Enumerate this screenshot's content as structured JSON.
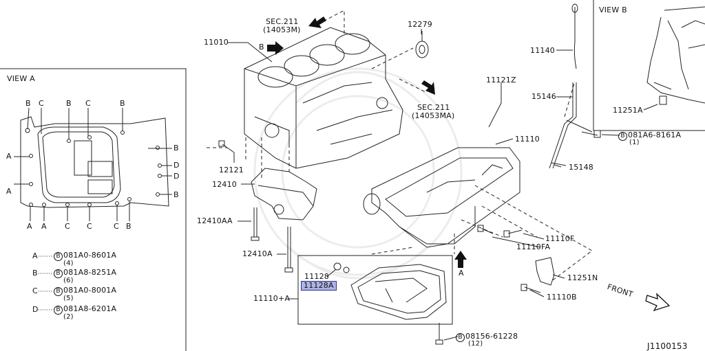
{
  "diagram_id": "J1100153",
  "view_a": {
    "title": "VIEW A",
    "top_letters": [
      "B",
      "C",
      "B",
      "C",
      "B"
    ],
    "left_letters": [
      "A",
      "A"
    ],
    "right_letters": [
      "B",
      "D",
      "D",
      "B"
    ],
    "bottom_letters": [
      "A",
      "A",
      "C",
      "C",
      "C",
      "B"
    ],
    "legend": [
      {
        "key": "A",
        "part": "081A0-8601A",
        "qty": "(4)"
      },
      {
        "key": "B",
        "part": "081A8-8251A",
        "qty": "(6)"
      },
      {
        "key": "C",
        "part": "081A0-8001A",
        "qty": "(5)"
      },
      {
        "key": "D",
        "part": "081A8-6201A",
        "qty": "(2)"
      }
    ]
  },
  "view_b": {
    "title": "VIEW B",
    "part": "11251A"
  },
  "labels": {
    "sec211_top": "SEC.211",
    "sec211_top_sub": "(14053M)",
    "sec211_right": "SEC.211",
    "sec211_right_sub": "(14053MA)",
    "p11010": "11010",
    "b_arrow": "B",
    "p12279": "12279",
    "p11140": "11140",
    "p15146": "15146",
    "p11121z": "11121Z",
    "p11110": "11110",
    "p12121": "12121",
    "p12410": "12410",
    "p12410aa": "12410AA",
    "p12410a": "12410A",
    "p11128": "11128",
    "p11128a": "11128A",
    "p11110a": "11110+A",
    "p081a6": "081A6-8161A",
    "p081a6_qty": "(1)",
    "p15148": "15148",
    "p11110f": "11110F",
    "p11110fa": "11110FA",
    "p11251n": "11251N",
    "p11110b": "11110B",
    "a_arrow": "A",
    "p08156": "08156-61228",
    "p08156_qty": "(12)",
    "front": "FRONT",
    "circled_b": "B"
  }
}
